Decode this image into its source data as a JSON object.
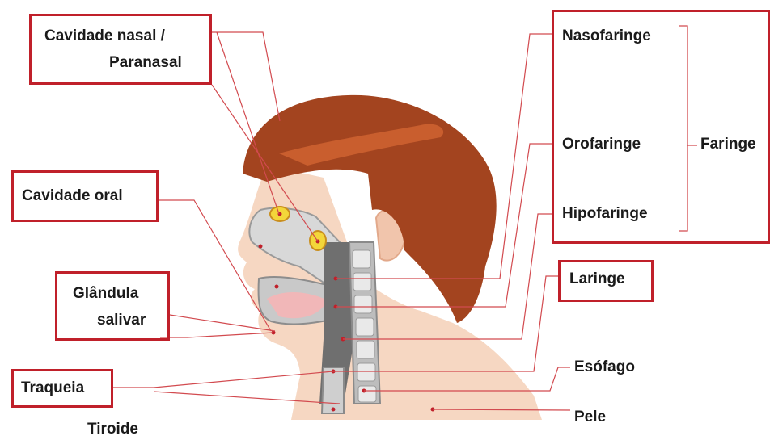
{
  "labels": {
    "cavidade_nasal_line1": "Cavidade nasal /",
    "cavidade_nasal_line2": "Paranasal",
    "cavidade_oral": "Cavidade oral",
    "glandula_line1": "Glândula",
    "glandula_line2": "salivar",
    "traqueia": "Traqueia",
    "tiroide": "Tiroide",
    "nasofaringe": "Nasofaringe",
    "orofaringe": "Orofaringe",
    "hipofaringe": "Hipofaringe",
    "faringe": "Faringe",
    "laringe": "Laringe",
    "esofago": "Esófago",
    "pele": "Pele"
  },
  "colors": {
    "highlight_box": "#c0202a",
    "leader_line": "#d24a4f",
    "hair": "#a3441f",
    "skin": "#f4d3bd"
  }
}
